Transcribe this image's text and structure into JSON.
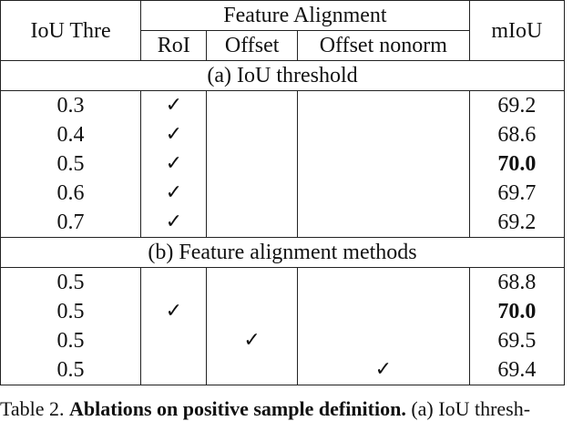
{
  "table": {
    "header": {
      "col_iou": "IoU Thre",
      "group_feature": "Feature Alignment",
      "col_miou": "mIoU",
      "sub_roi": "RoI",
      "sub_offset": "Offset",
      "sub_offset_nonorm": "Offset nonorm"
    },
    "sections": [
      {
        "title": "(a) IoU threshold",
        "rows": [
          {
            "iou": "0.3",
            "roi": "✓",
            "offset": "",
            "nonorm": "",
            "miou": "69.2",
            "bold": false
          },
          {
            "iou": "0.4",
            "roi": "✓",
            "offset": "",
            "nonorm": "",
            "miou": "68.6",
            "bold": false
          },
          {
            "iou": "0.5",
            "roi": "✓",
            "offset": "",
            "nonorm": "",
            "miou": "70.0",
            "bold": true
          },
          {
            "iou": "0.6",
            "roi": "✓",
            "offset": "",
            "nonorm": "",
            "miou": "69.7",
            "bold": false
          },
          {
            "iou": "0.7",
            "roi": "✓",
            "offset": "",
            "nonorm": "",
            "miou": "69.2",
            "bold": false
          }
        ]
      },
      {
        "title": "(b) Feature alignment methods",
        "rows": [
          {
            "iou": "0.5",
            "roi": "",
            "offset": "",
            "nonorm": "",
            "miou": "68.8",
            "bold": false
          },
          {
            "iou": "0.5",
            "roi": "✓",
            "offset": "",
            "nonorm": "",
            "miou": "70.0",
            "bold": true
          },
          {
            "iou": "0.5",
            "roi": "",
            "offset": "✓",
            "nonorm": "",
            "miou": "69.5",
            "bold": false
          },
          {
            "iou": "0.5",
            "roi": "",
            "offset": "",
            "nonorm": "✓",
            "miou": "69.4",
            "bold": false
          }
        ]
      }
    ]
  },
  "caption": {
    "prefix": "Table 2. ",
    "bold": "Ablations on positive sample definition.",
    "rest": " (a) IoU thresh-"
  }
}
